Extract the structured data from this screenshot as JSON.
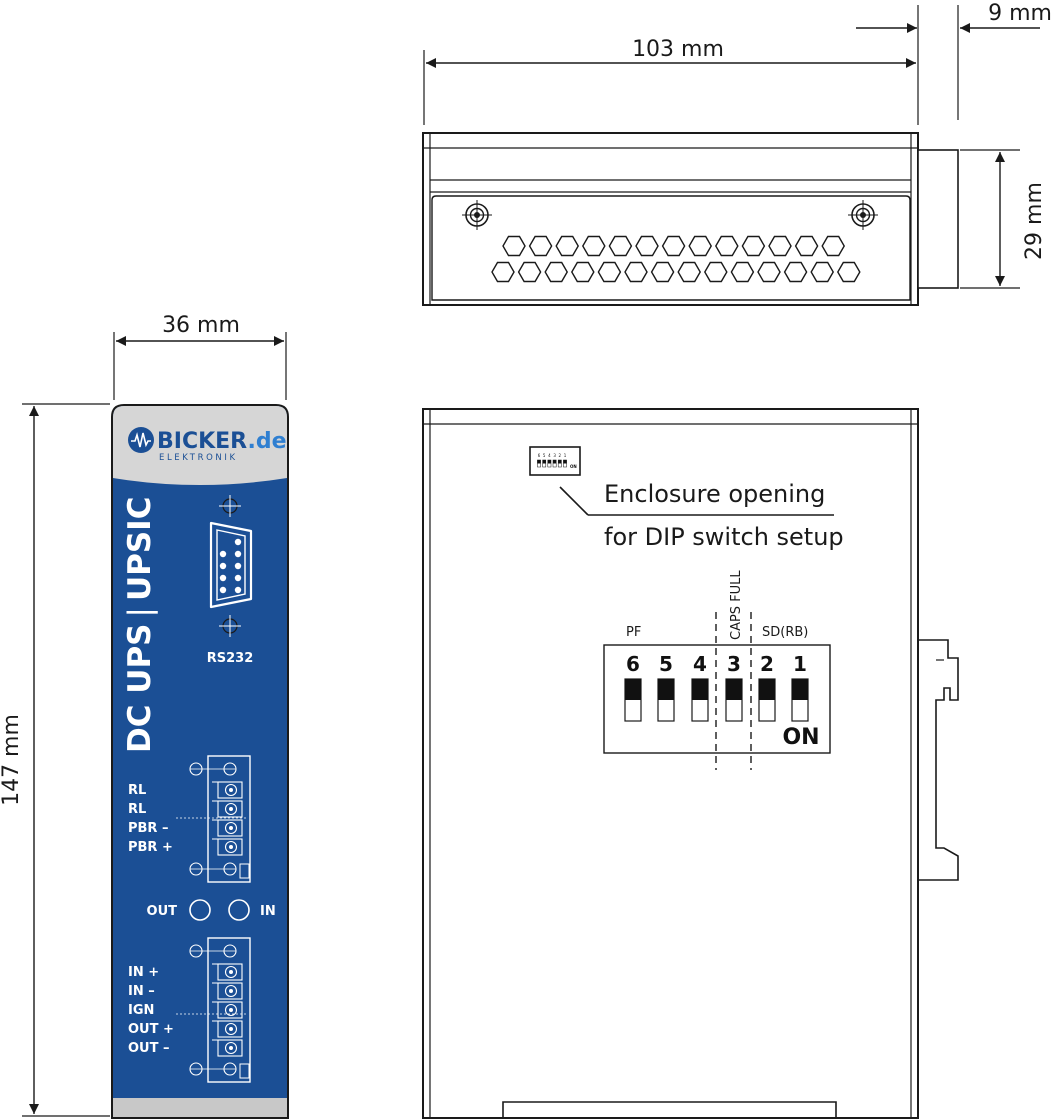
{
  "dimensions": {
    "width_top": "103 mm",
    "depth_top": "9 mm",
    "height_side": "29 mm",
    "width_front": "36 mm",
    "height_front": "147 mm"
  },
  "front_panel": {
    "brand_main": "BICKER",
    "brand_domain": ".de",
    "brand_sub": "ELEKTRONIK",
    "product_left": "DC UPS",
    "product_sep": "|",
    "product_right": "UPSIC",
    "port_label": "RS232",
    "terminal_top": [
      "RL",
      "RL",
      "PBR –",
      "PBR +"
    ],
    "led_out": "OUT",
    "led_in": "IN",
    "terminal_bottom": [
      "IN +",
      "IN –",
      "IGN",
      "OUT +",
      "OUT –"
    ],
    "colors": {
      "panel_blue": "#1b4f95",
      "header_grey": "#d6d6d6"
    }
  },
  "side_view": {
    "callout_line1": "Enclosure opening",
    "callout_line2": "for DIP switch setup",
    "group_pf": "PF",
    "group_caps": "CAPS FULL",
    "group_sd": "SD(RB)",
    "switch_numbers": [
      "6",
      "5",
      "4",
      "3",
      "2",
      "1"
    ],
    "on_label": "ON",
    "mini_numbers": [
      "6",
      "5",
      "4",
      "3",
      "2",
      "1"
    ],
    "mini_on": "ON"
  }
}
